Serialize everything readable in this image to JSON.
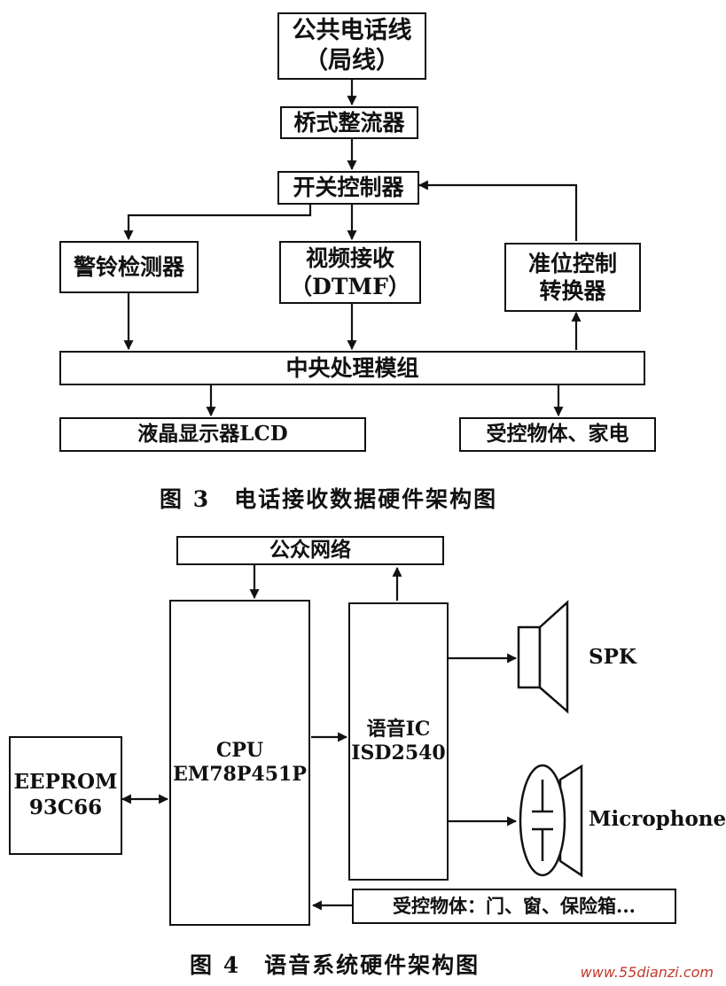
{
  "figure3": {
    "caption": "图 3　电话接收数据硬件架构图",
    "nodes": {
      "phone_line": [
        "公共电话线",
        "（局线）"
      ],
      "rectifier": "桥式整流器",
      "switch": "开关控制器",
      "alarm": "警铃检测器",
      "dtmf": [
        "视频接收",
        "（DTMF）"
      ],
      "level": [
        "准位控制",
        "转换器"
      ],
      "cpu_module": "中央处理模组",
      "lcd": "液晶显示器LCD",
      "controlled": "受控物体、家电"
    }
  },
  "figure4": {
    "caption": "图 4　语音系统硬件架构图",
    "nodes": {
      "network": "公众网络",
      "cpu": [
        "CPU",
        "EM78P451P"
      ],
      "voice_ic": [
        "语音IC",
        "ISD2540"
      ],
      "eeprom": [
        "EEPROM",
        "93C66"
      ],
      "spk": "SPK",
      "mic": "Microphone",
      "controlled": "受控物体：门、窗、保险箱..."
    }
  },
  "watermark": "www.55dianzi.com",
  "colors": {
    "line": "#111111",
    "watermark": "#c0392b"
  }
}
